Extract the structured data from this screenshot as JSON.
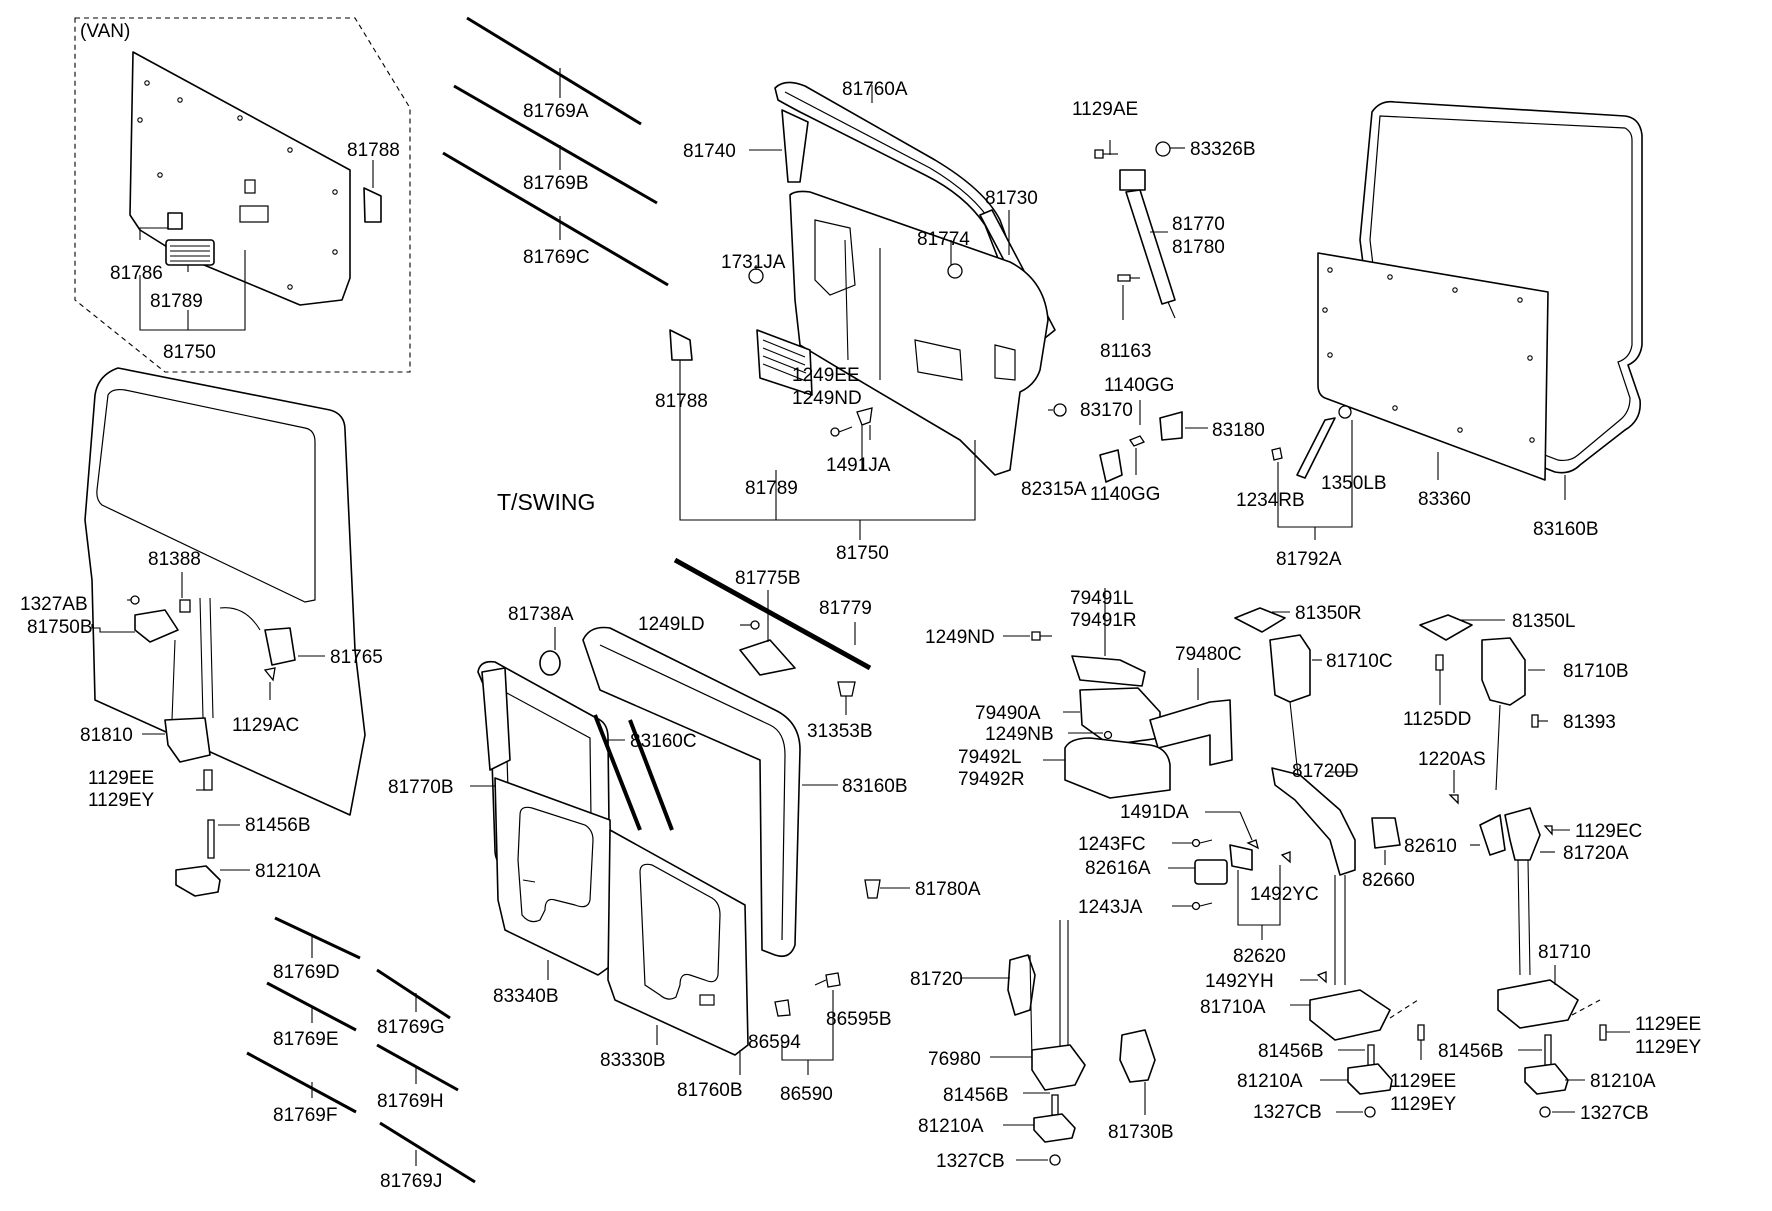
{
  "sections": {
    "van": "(VAN)",
    "tswing": "T/SWING"
  },
  "labels": [
    {
      "id": "l_81788_van",
      "text": "81788"
    },
    {
      "id": "l_81786",
      "text": "81786"
    },
    {
      "id": "l_81789_van",
      "text": "81789"
    },
    {
      "id": "l_81750_van",
      "text": "81750"
    },
    {
      "id": "l_81769A",
      "text": "81769A"
    },
    {
      "id": "l_81769B",
      "text": "81769B"
    },
    {
      "id": "l_81769C",
      "text": "81769C"
    },
    {
      "id": "l_81760A",
      "text": "81760A"
    },
    {
      "id": "l_81740",
      "text": "81740"
    },
    {
      "id": "l_81730",
      "text": "81730"
    },
    {
      "id": "l_81774",
      "text": "81774"
    },
    {
      "id": "l_1731JA",
      "text": "1731JA"
    },
    {
      "id": "l_81788_ts",
      "text": "81788"
    },
    {
      "id": "l_1249EE",
      "text": "1249EE"
    },
    {
      "id": "l_1249ND_top",
      "text": "1249ND"
    },
    {
      "id": "l_1491JA",
      "text": "1491JA"
    },
    {
      "id": "l_81789_ts",
      "text": "81789"
    },
    {
      "id": "l_81750_ts",
      "text": "81750"
    },
    {
      "id": "l_82315A",
      "text": "82315A"
    },
    {
      "id": "l_1129AE",
      "text": "1129AE"
    },
    {
      "id": "l_83326B",
      "text": "83326B"
    },
    {
      "id": "l_81770",
      "text": "81770"
    },
    {
      "id": "l_81780",
      "text": "81780"
    },
    {
      "id": "l_81163",
      "text": "81163"
    },
    {
      "id": "l_1140GG_a",
      "text": "1140GG"
    },
    {
      "id": "l_83170",
      "text": "83170"
    },
    {
      "id": "l_83180",
      "text": "83180"
    },
    {
      "id": "l_1140GG_b",
      "text": "1140GG"
    },
    {
      "id": "l_1234RB",
      "text": "1234RB"
    },
    {
      "id": "l_1350LB",
      "text": "1350LB"
    },
    {
      "id": "l_81792A",
      "text": "81792A"
    },
    {
      "id": "l_83360",
      "text": "83360"
    },
    {
      "id": "l_83160B_r",
      "text": "83160B"
    },
    {
      "id": "l_81388",
      "text": "81388"
    },
    {
      "id": "l_1327AB",
      "text": "1327AB"
    },
    {
      "id": "l_81750B",
      "text": "81750B"
    },
    {
      "id": "l_81765",
      "text": "81765"
    },
    {
      "id": "l_1129AC",
      "text": "1129AC"
    },
    {
      "id": "l_81810",
      "text": "81810"
    },
    {
      "id": "l_1129EE_l",
      "text": "1129EE"
    },
    {
      "id": "l_1129EY_l",
      "text": "1129EY"
    },
    {
      "id": "l_81456B_l",
      "text": "81456B"
    },
    {
      "id": "l_81210A_l",
      "text": "81210A"
    },
    {
      "id": "l_81769D",
      "text": "81769D"
    },
    {
      "id": "l_81769E",
      "text": "81769E"
    },
    {
      "id": "l_81769F",
      "text": "81769F"
    },
    {
      "id": "l_81769G",
      "text": "81769G"
    },
    {
      "id": "l_81769H",
      "text": "81769H"
    },
    {
      "id": "l_81769J",
      "text": "81769J"
    },
    {
      "id": "l_81738A",
      "text": "81738A"
    },
    {
      "id": "l_81775B",
      "text": "81775B"
    },
    {
      "id": "l_1249LD",
      "text": "1249LD"
    },
    {
      "id": "l_81779",
      "text": "81779"
    },
    {
      "id": "l_31353B",
      "text": "31353B"
    },
    {
      "id": "l_83160C",
      "text": "83160C"
    },
    {
      "id": "l_81770B",
      "text": "81770B"
    },
    {
      "id": "l_83160B_m",
      "text": "83160B"
    },
    {
      "id": "l_81780A",
      "text": "81780A"
    },
    {
      "id": "l_83340B",
      "text": "83340B"
    },
    {
      "id": "l_83330B",
      "text": "83330B"
    },
    {
      "id": "l_81760B",
      "text": "81760B"
    },
    {
      "id": "l_86594",
      "text": "86594"
    },
    {
      "id": "l_86595B",
      "text": "86595B"
    },
    {
      "id": "l_86590",
      "text": "86590"
    },
    {
      "id": "l_1249ND_mid",
      "text": "1249ND"
    },
    {
      "id": "l_79491L",
      "text": "79491L"
    },
    {
      "id": "l_79491R",
      "text": "79491R"
    },
    {
      "id": "l_79480C",
      "text": "79480C"
    },
    {
      "id": "l_79490A",
      "text": "79490A"
    },
    {
      "id": "l_1249NB",
      "text": "1249NB"
    },
    {
      "id": "l_79492L",
      "text": "79492L"
    },
    {
      "id": "l_79492R",
      "text": "79492R"
    },
    {
      "id": "l_81350R",
      "text": "81350R"
    },
    {
      "id": "l_81710C",
      "text": "81710C"
    },
    {
      "id": "l_81720D",
      "text": "81720D"
    },
    {
      "id": "l_1491DA",
      "text": "1491DA"
    },
    {
      "id": "l_1243FC",
      "text": "1243FC"
    },
    {
      "id": "l_82616A",
      "text": "82616A"
    },
    {
      "id": "l_1492YC",
      "text": "1492YC"
    },
    {
      "id": "l_1243JA",
      "text": "1243JA"
    },
    {
      "id": "l_82620",
      "text": "82620"
    },
    {
      "id": "l_82660",
      "text": "82660"
    },
    {
      "id": "l_1492YH",
      "text": "1492YH"
    },
    {
      "id": "l_81710A",
      "text": "81710A"
    },
    {
      "id": "l_81456B_m",
      "text": "81456B"
    },
    {
      "id": "l_81210A_m",
      "text": "81210A"
    },
    {
      "id": "l_1327CB_m",
      "text": "1327CB"
    },
    {
      "id": "l_1129EE_m",
      "text": "1129EE"
    },
    {
      "id": "l_1129EY_m",
      "text": "1129EY"
    },
    {
      "id": "l_81720",
      "text": "81720"
    },
    {
      "id": "l_76980",
      "text": "76980"
    },
    {
      "id": "l_81456B_b",
      "text": "81456B"
    },
    {
      "id": "l_81210A_b",
      "text": "81210A"
    },
    {
      "id": "l_1327CB_b",
      "text": "1327CB"
    },
    {
      "id": "l_81730B",
      "text": "81730B"
    },
    {
      "id": "l_81350L",
      "text": "81350L"
    },
    {
      "id": "l_81710B",
      "text": "81710B"
    },
    {
      "id": "l_1125DD",
      "text": "1125DD"
    },
    {
      "id": "l_81393",
      "text": "81393"
    },
    {
      "id": "l_1220AS",
      "text": "1220AS"
    },
    {
      "id": "l_82610",
      "text": "82610"
    },
    {
      "id": "l_1129EC",
      "text": "1129EC"
    },
    {
      "id": "l_81720A",
      "text": "81720A"
    },
    {
      "id": "l_81710",
      "text": "81710"
    },
    {
      "id": "l_81456B_r",
      "text": "81456B"
    },
    {
      "id": "l_1129EE_r",
      "text": "1129EE"
    },
    {
      "id": "l_1129EY_r",
      "text": "1129EY"
    },
    {
      "id": "l_81210A_r",
      "text": "81210A"
    },
    {
      "id": "l_1327CB_r",
      "text": "1327CB"
    }
  ]
}
